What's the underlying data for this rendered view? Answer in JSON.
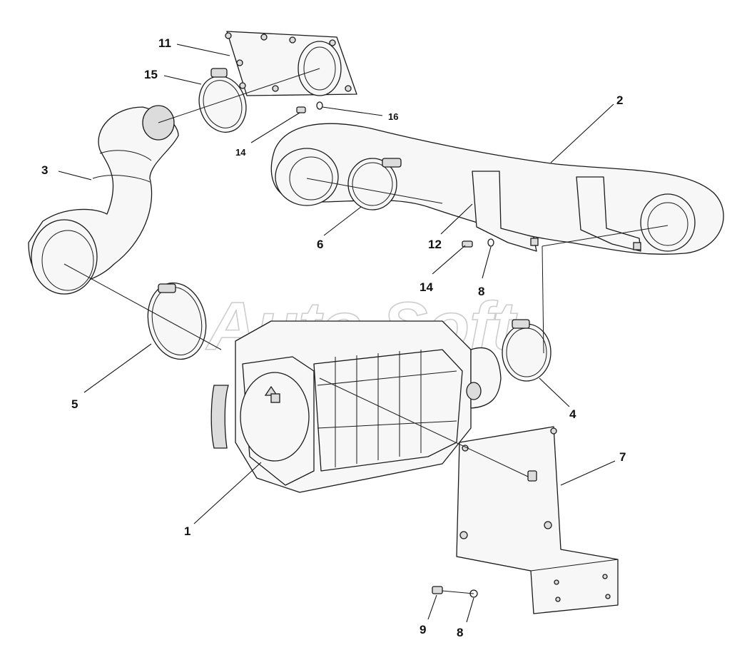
{
  "watermark": "Auto Soft",
  "callouts": {
    "c1": "1",
    "c2": "2",
    "c3": "3",
    "c4": "4",
    "c5": "5",
    "c6": "6",
    "c7": "7",
    "c8a": "8",
    "c8b": "8",
    "c9": "9",
    "c11": "11",
    "c12": "12",
    "c14a": "14",
    "c14b": "14",
    "c15": "15",
    "c16": "16"
  },
  "icons": {
    "warning": "warning-triangle-icon"
  }
}
